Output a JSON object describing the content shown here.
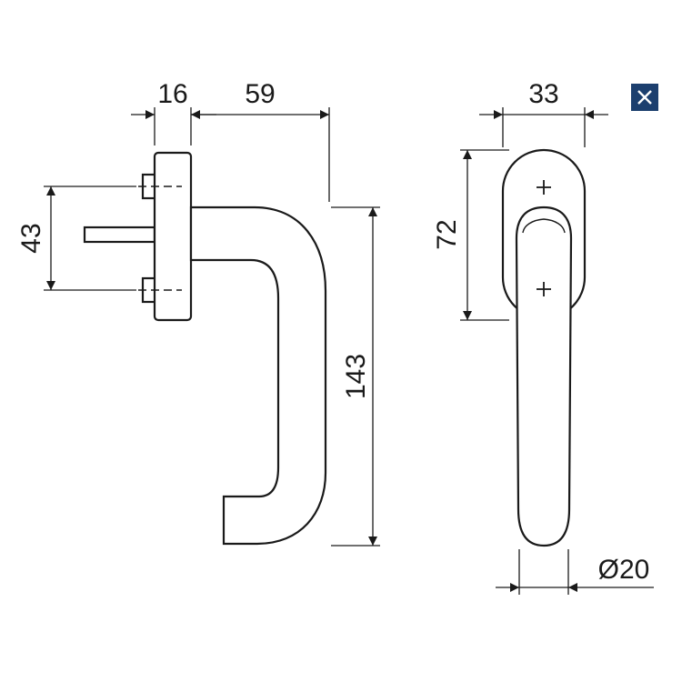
{
  "dimensions": {
    "plate_thickness": "16",
    "lever_reach": "59",
    "fixing_distance": "43",
    "lever_height": "143",
    "rosette_width": "33",
    "rosette_height": "72",
    "grip_diameter": "Ø20"
  },
  "close_button": {
    "icon": "close-icon"
  },
  "colors": {
    "line": "#1a1a1a",
    "accent": "#1c3f6e"
  }
}
